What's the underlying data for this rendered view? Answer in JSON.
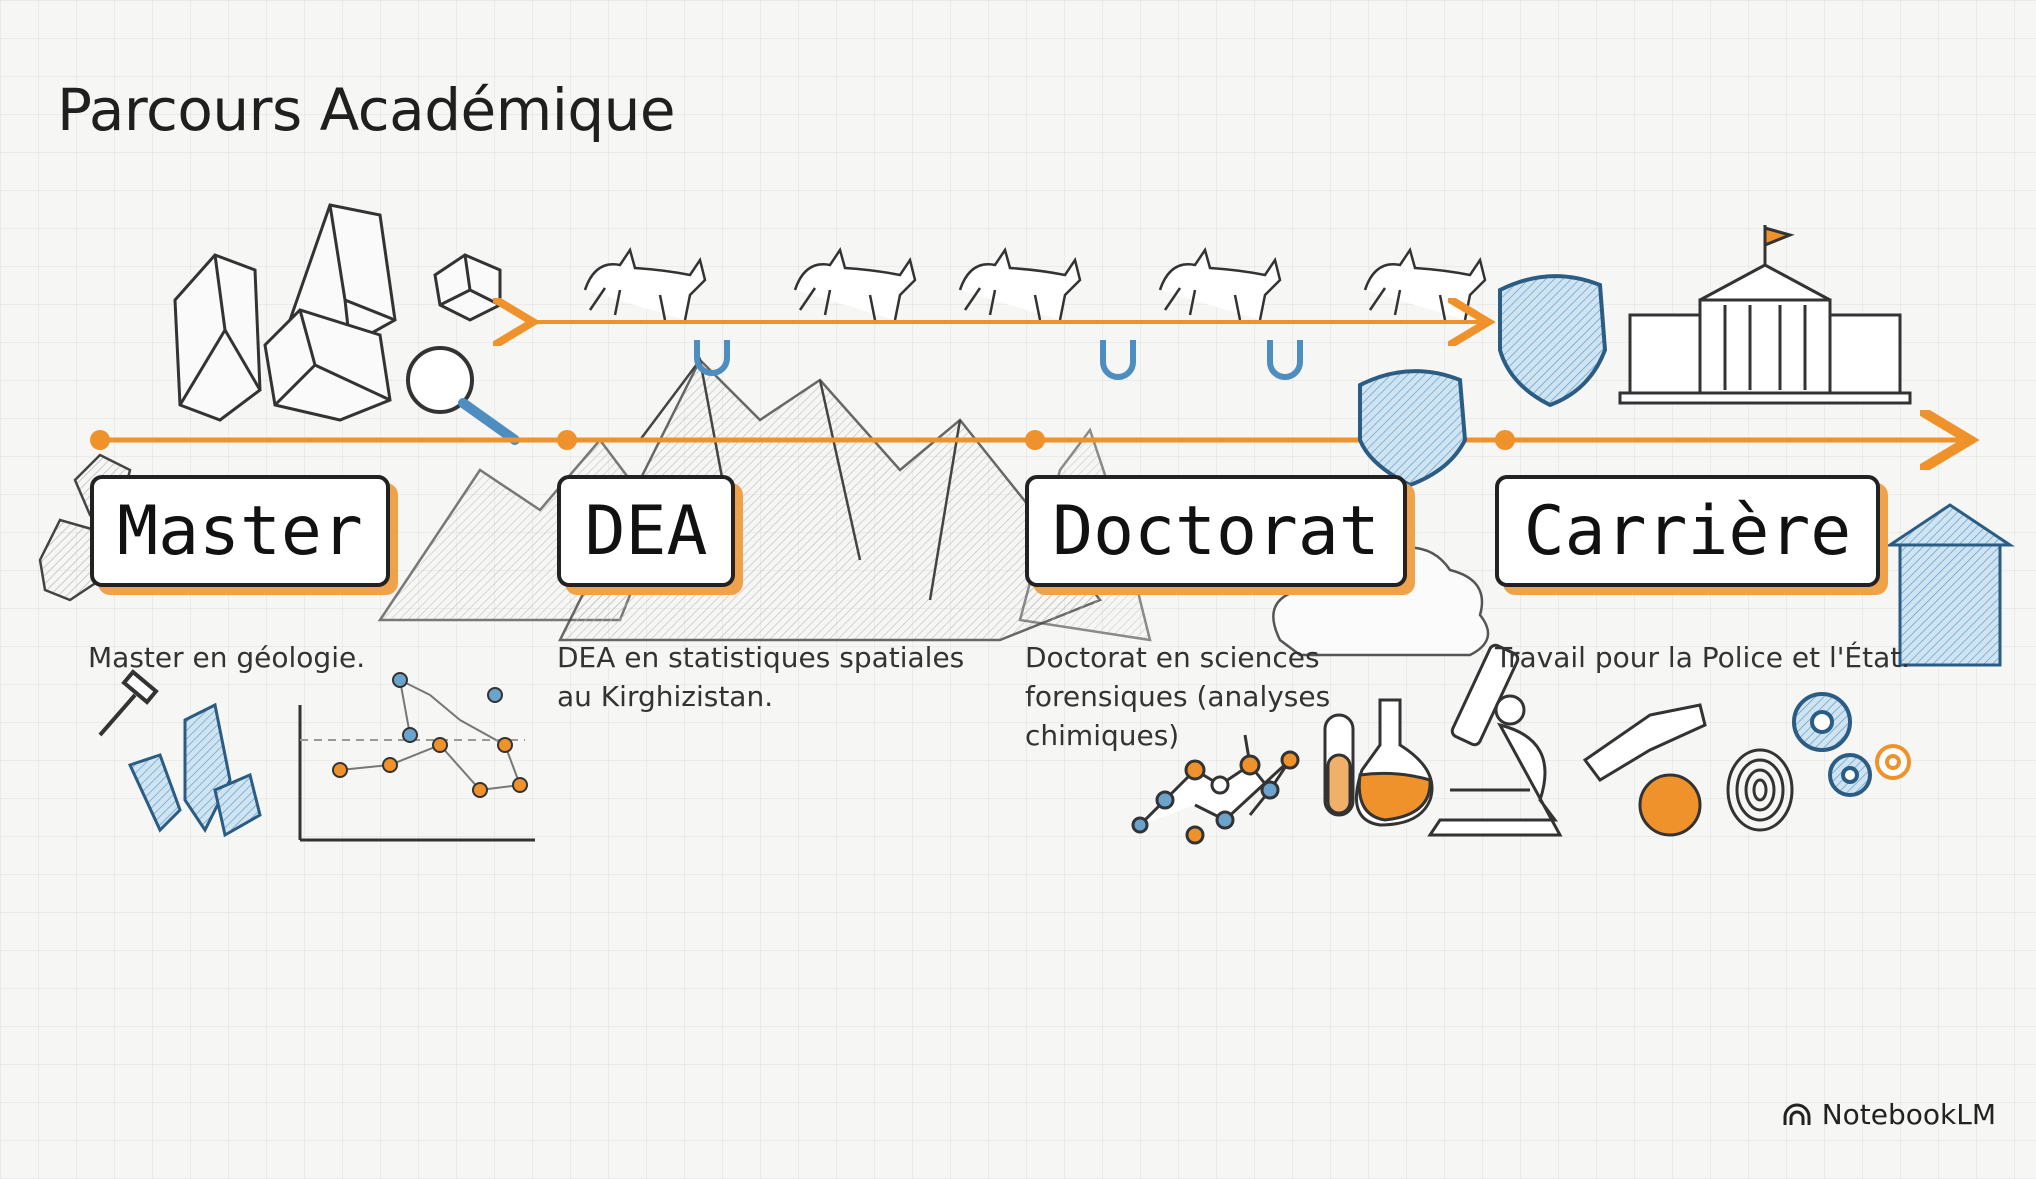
{
  "title": "Parcours Académique",
  "accent_color": "#f0922b",
  "stages": [
    {
      "label": "Master",
      "description": "Master en géologie."
    },
    {
      "label": "DEA",
      "description": "DEA en statistiques spatiales au Kirghizistan."
    },
    {
      "label": "Doctorat",
      "description": "Doctorat en sciences forensiques (analyses chimiques)"
    },
    {
      "label": "Carrière",
      "description": "Travail pour la Police et l'État."
    }
  ],
  "footer": {
    "brand": "NotebookLM",
    "icon": "notebooklm-logo-icon"
  },
  "illustrations": [
    "crystals-icon",
    "magnifier-icon",
    "horse-icon",
    "horseshoe-icon",
    "mountains-icon",
    "police-badge-icon",
    "government-building-icon",
    "hammer-icon",
    "scatter-plot-icon",
    "molecule-icon",
    "flask-icon",
    "microscope-icon",
    "fingerprint-icon",
    "gear-icon"
  ]
}
